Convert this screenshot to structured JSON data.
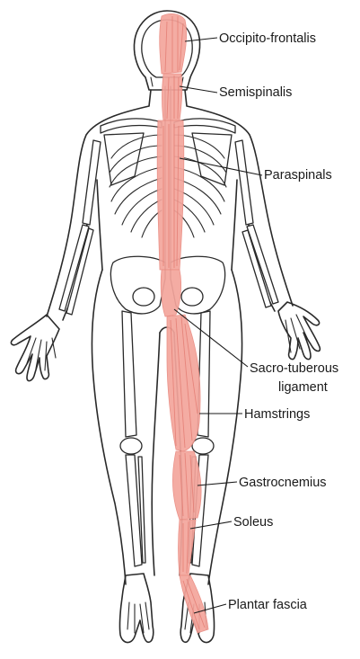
{
  "labels": {
    "occipito_frontalis": "Occipito-frontalis",
    "semispinalis": "Semispinalis",
    "paraspinals": "Paraspinals",
    "sacro_tuberous_line1": "Sacro-tuberous",
    "sacro_tuberous_line2": "ligament",
    "hamstrings": "Hamstrings",
    "gastrocnemius": "Gastrocnemius",
    "soleus": "Soleus",
    "plantar_fascia": "Plantar fascia"
  },
  "colors": {
    "muscle": "#f4a59c",
    "outline": "#2a2a2a",
    "background": "#ffffff"
  }
}
